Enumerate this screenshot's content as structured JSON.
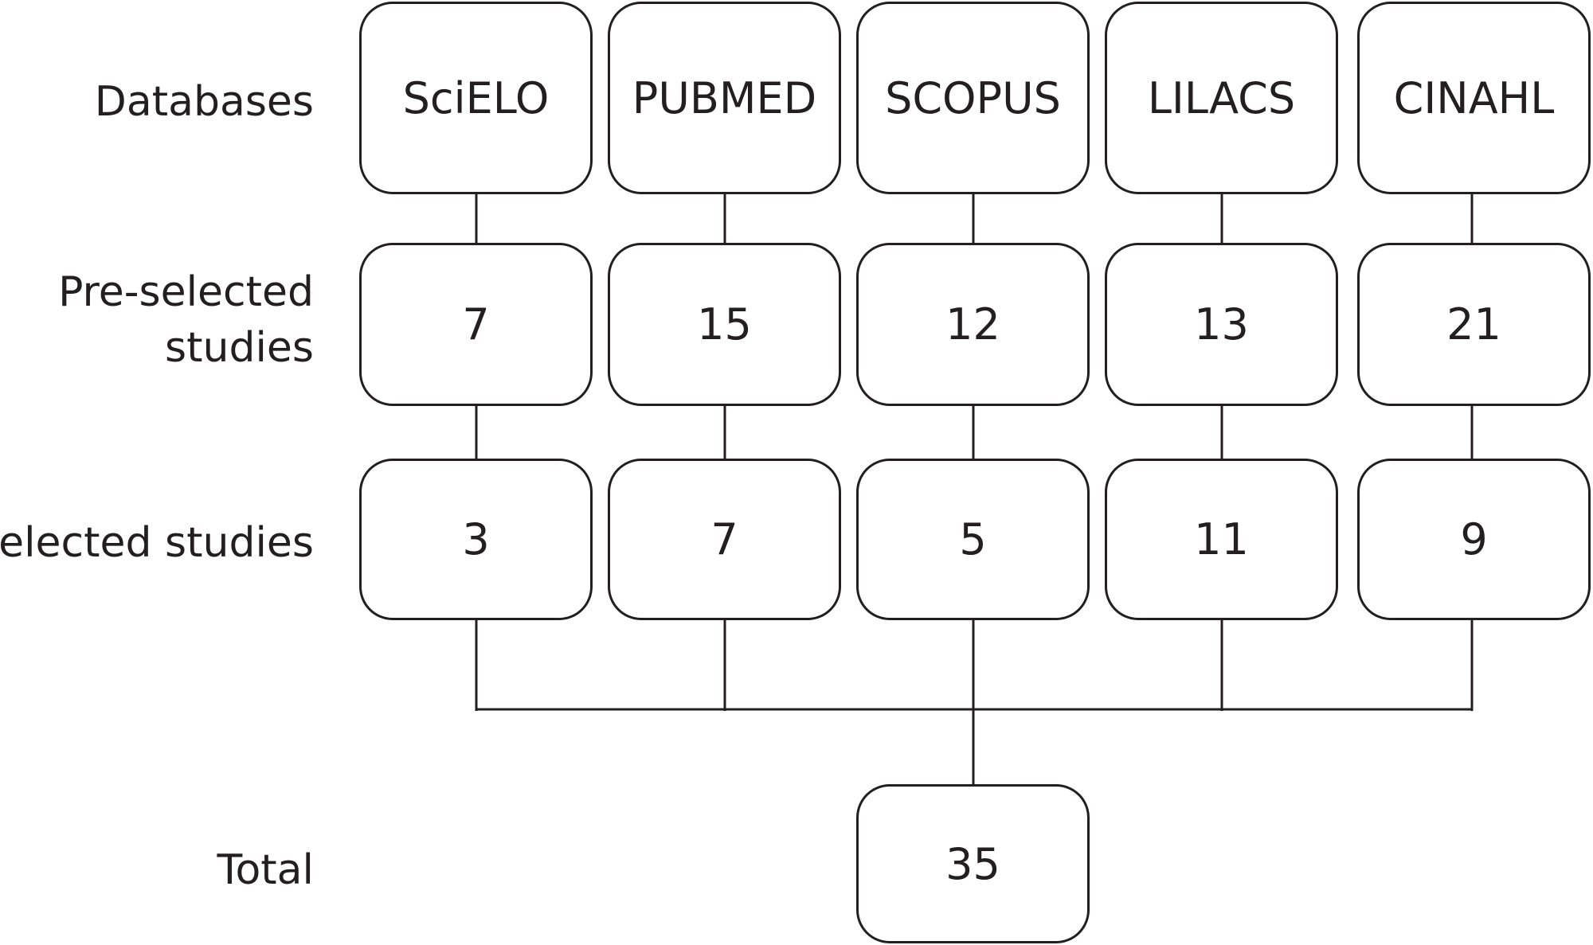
{
  "row_labels": {
    "databases": "Databases",
    "preselected_line1": "Pre-selected",
    "preselected_line2": "studies",
    "selected": "Selected studies",
    "total": "Total"
  },
  "databases": [
    "SciELO",
    "PUBMED",
    "SCOPUS",
    "LILACS",
    "CINAHL"
  ],
  "preselected": [
    "7",
    "15",
    "12",
    "13",
    "21"
  ],
  "selected": [
    "3",
    "7",
    "5",
    "11",
    "9"
  ],
  "total": "35"
}
